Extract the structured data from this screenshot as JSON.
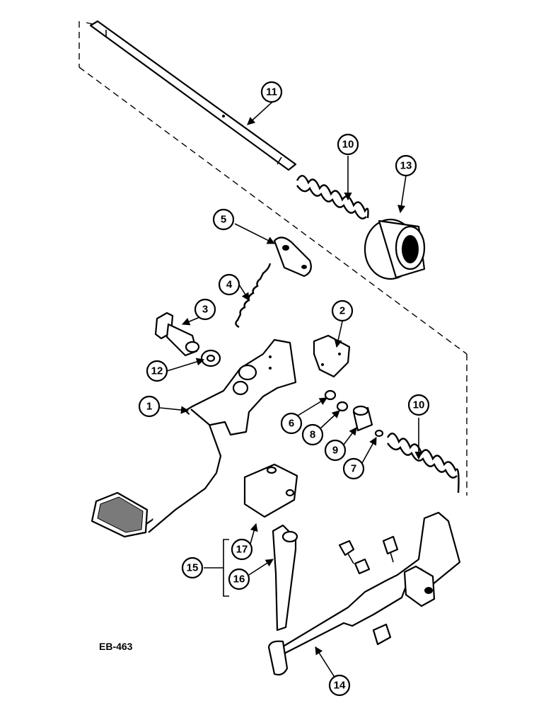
{
  "drawing_ref": "EB-463",
  "callouts": [
    "1",
    "2",
    "3",
    "4",
    "5",
    "6",
    "7",
    "8",
    "9",
    "10",
    "10",
    "11",
    "12",
    "13",
    "14",
    "15",
    "16",
    "17"
  ]
}
